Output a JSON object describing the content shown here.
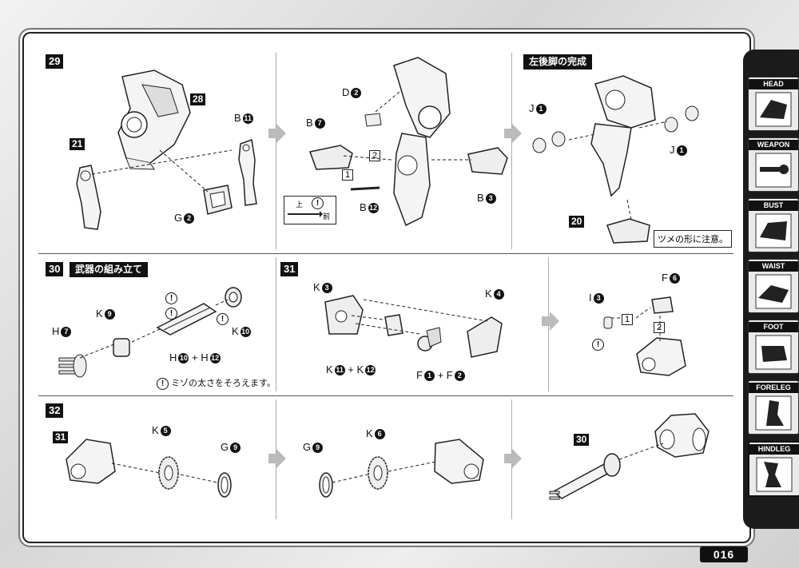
{
  "page": {
    "number": "016"
  },
  "steps": {
    "s29": {
      "num": "29",
      "labels": {
        "p28": "28",
        "p21": "21",
        "b11": "B",
        "b11n": "11",
        "g2": "G",
        "g2n": "2"
      }
    },
    "s29b": {
      "labels": {
        "d2": "D",
        "d2n": "2",
        "b7": "B",
        "b7n": "7",
        "two": "2",
        "one": "1",
        "b3": "B",
        "b3n": "3",
        "b12": "B",
        "b12n": "12",
        "note_top": "上",
        "note_front": "前",
        "excl": "!"
      }
    },
    "s29c": {
      "title": "左後脚の完成",
      "labels": {
        "j1a": "J",
        "j1an": "1",
        "j1b": "J",
        "j1bn": "1",
        "p20": "20",
        "note": "ツメの形に注意。"
      }
    },
    "s30": {
      "num": "30",
      "title": "武器の組み立て",
      "labels": {
        "h7": "H",
        "h7n": "7",
        "k9": "K",
        "k9n": "9",
        "k10": "K",
        "k10n": "10",
        "h10": "H",
        "h10n": "10",
        "plus": "+",
        "h12": "H",
        "h12n": "12",
        "excl": "!",
        "note": "ミゾの太さをそろえます。"
      }
    },
    "s31": {
      "num": "31",
      "labels": {
        "k3": "K",
        "k3n": "3",
        "k4": "K",
        "k4n": "4",
        "k11": "K",
        "k11n": "11",
        "plus1": "+",
        "k12": "K",
        "k12n": "12",
        "f1": "F",
        "f1n": "1",
        "plus2": "+",
        "f2": "F",
        "f2n": "2"
      }
    },
    "s31b": {
      "labels": {
        "i3": "I",
        "i3n": "3",
        "f6": "F",
        "f6n": "6",
        "one": "1",
        "two": "2",
        "excl": "!"
      }
    },
    "s32": {
      "num": "32",
      "labels": {
        "p31": "31",
        "k5": "K",
        "k5n": "5",
        "g9": "G",
        "g9n": "9"
      }
    },
    "s32b": {
      "labels": {
        "g9": "G",
        "g9n": "9",
        "k6": "K",
        "k6n": "6"
      }
    },
    "s32c": {
      "labels": {
        "p30": "30"
      }
    }
  },
  "sidebar": {
    "tabs": [
      {
        "label": "HEAD"
      },
      {
        "label": "WEAPON"
      },
      {
        "label": "BUST"
      },
      {
        "label": "WAIST"
      },
      {
        "label": "FOOT"
      },
      {
        "label": "FORELEG"
      },
      {
        "label": "HINDLEG"
      }
    ]
  }
}
